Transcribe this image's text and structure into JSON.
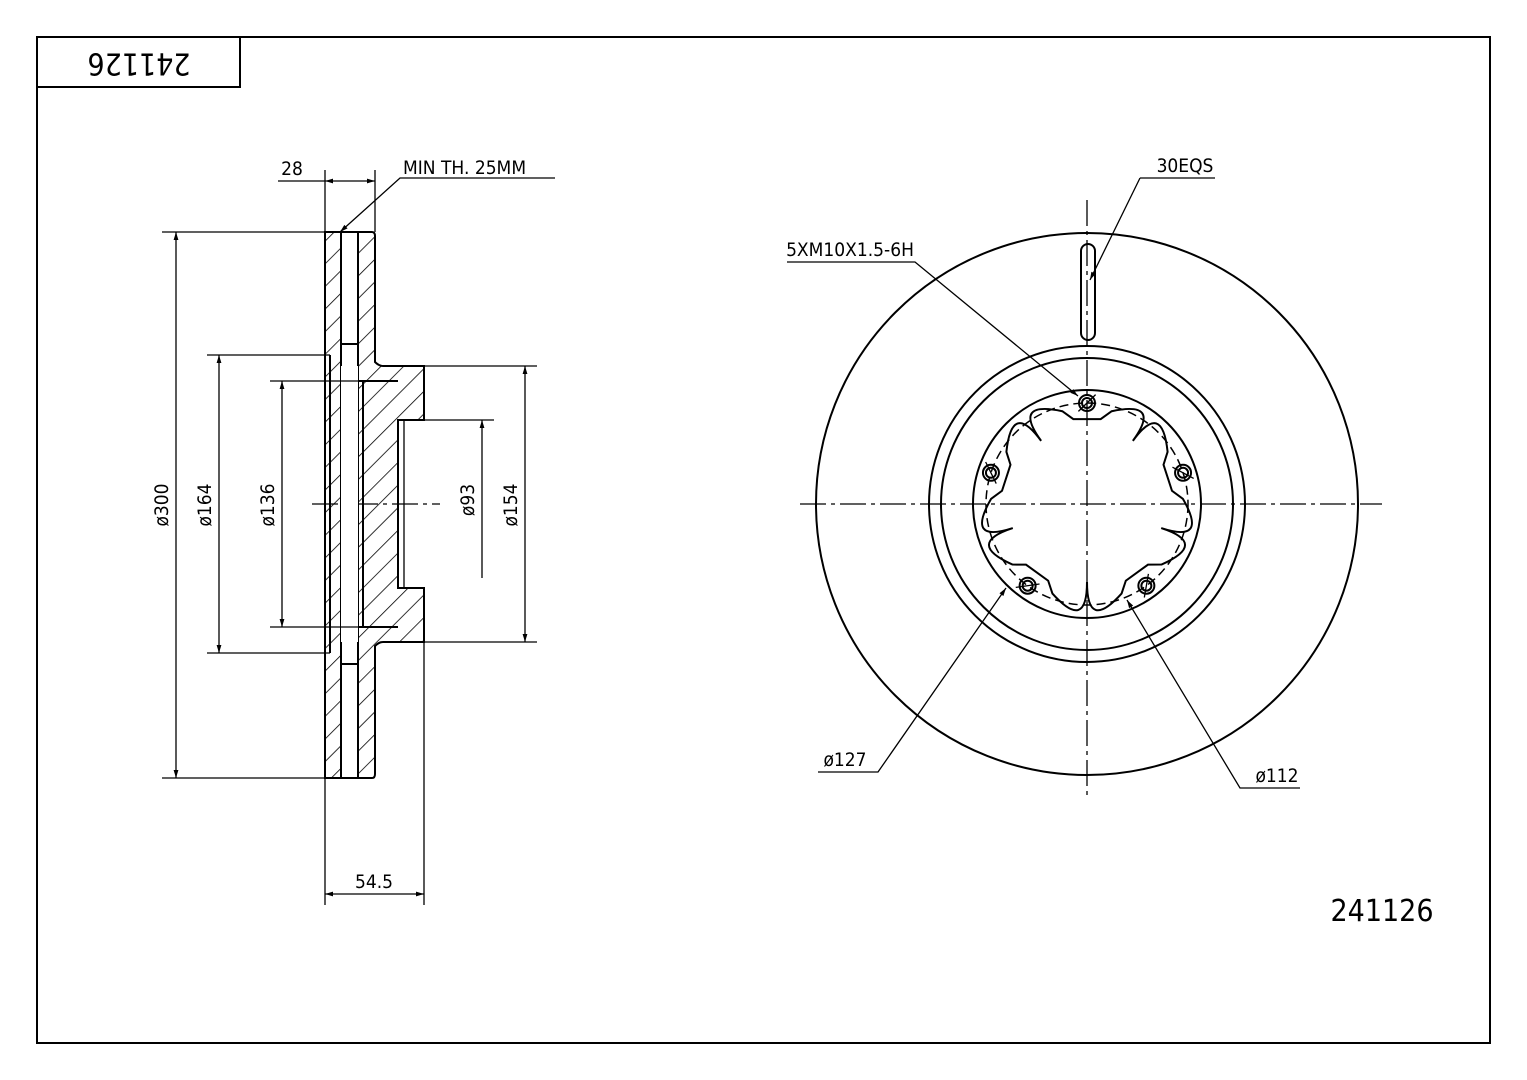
{
  "title_block": {
    "part_number_inverted": "241126"
  },
  "part_number": "241126",
  "side_view": {
    "thickness": "28",
    "min_thickness": "MIN TH. 25MM",
    "outer_diameter": "ø300",
    "d164": "ø164",
    "d136": "ø136",
    "d93": "ø93",
    "d154": "ø154",
    "height": "54.5"
  },
  "front_view": {
    "slots": "30EQS",
    "thread": "5XM10X1.5-6H",
    "pcd_outer": "ø127",
    "pcd": "ø112"
  }
}
